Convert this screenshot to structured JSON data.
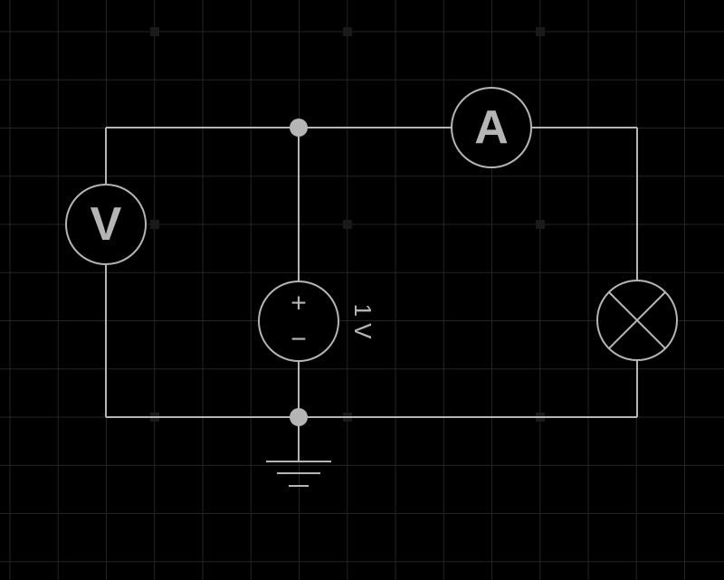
{
  "colors": {
    "background": "#000000",
    "grid": "#242424",
    "grid_dot": "#1a1a1a",
    "wire": "#b5b5b5",
    "component": "#b5b5b5",
    "label": "#b5b5b5"
  },
  "components": {
    "voltmeter_symbol": "V",
    "ammeter_symbol": "A",
    "source_plus": "+",
    "source_minus": "−",
    "source_value": "1 V"
  }
}
